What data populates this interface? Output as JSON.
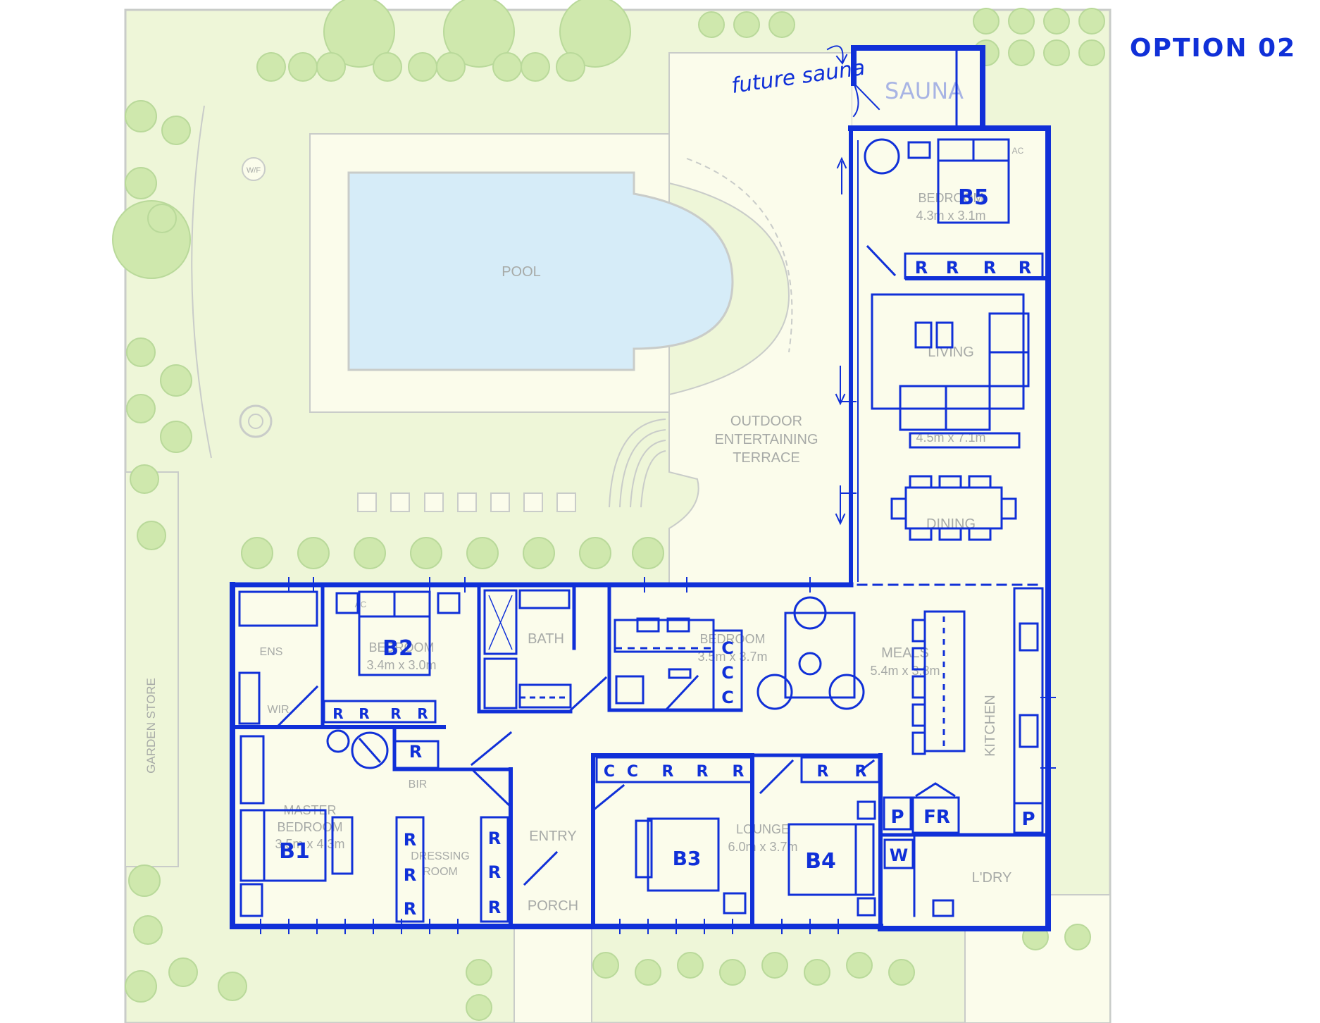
{
  "title": "OPTION 02",
  "annotation": "future sauna",
  "colors": {
    "site": "#eef6d8",
    "house": "#fbfceb",
    "pool": "#d6ecf8",
    "tree": "#cfe8ad",
    "printed_line": "#c9ccc9",
    "marker": "#1030d8"
  },
  "printed_labels": {
    "pool": "POOL",
    "terrace": [
      "OUTDOOR",
      "ENTERTAINING",
      "TERRACE"
    ],
    "garden_store": "GARDEN STORE",
    "bedroom5": "BEDROOM",
    "bedroom5_size": "4.3m x 3.1m",
    "living": "LIVING",
    "living_size": "4.5m x 7.1m",
    "dining": "DINING",
    "meals": "MEALS",
    "meals_size": "5.4m x 3.8m",
    "kitchen": "KITCHEN",
    "bedroom2": "BEDROOM",
    "bedroom2_size": "3.4m x 3.0m",
    "ens": "ENS",
    "wir": "WIR",
    "bath": "BATH",
    "bedroom_mid": "BEDROOM",
    "bedroom_mid_size": "3.5m x 3.7m",
    "bir": "BIR",
    "master": [
      "MASTER",
      "BEDROOM"
    ],
    "master_size": "3.5m x 4.3m",
    "dressing": [
      "DRESSING",
      "ROOM"
    ],
    "entry": "ENTRY",
    "porch": "PORCH",
    "lounge": "LOUNGE",
    "lounge_size": "6.0m x 3.7m",
    "laundry": "L'DRY",
    "wf": "W/F",
    "ac": "AC"
  },
  "hand_labels": {
    "b1": "B1",
    "b2": "B2",
    "b3": "B3",
    "b4": "B4",
    "b5": "B5",
    "sauna": "SAUNA",
    "r": "R",
    "c": "C",
    "p": "P",
    "fr": "FR",
    "w": "W"
  }
}
